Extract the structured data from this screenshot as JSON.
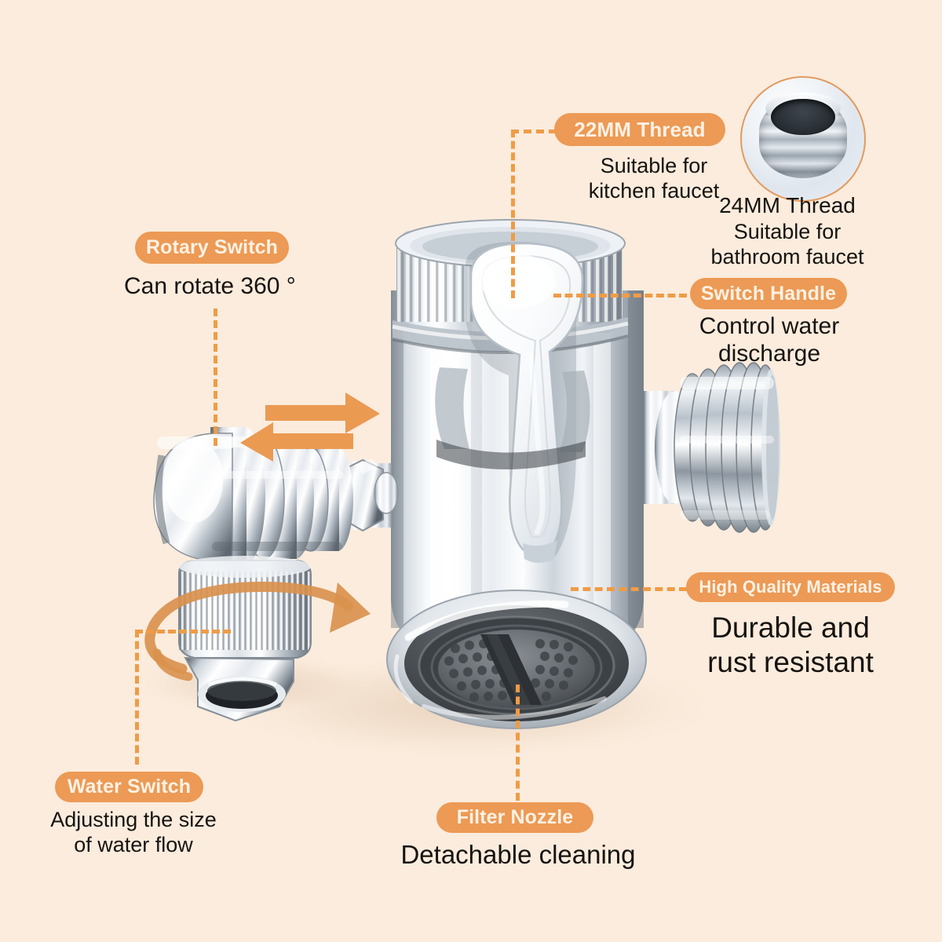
{
  "page": {
    "background_color": "#fbecdd",
    "accent_color": "#ec9a55",
    "badge_text_color": "#fdf1e4",
    "body_text_color": "#16130f",
    "product_name": "faucet-diverter-valve"
  },
  "callouts": [
    {
      "id": "thread-22mm",
      "badge": "22MM Thread",
      "description": "Suitable for\nkitchen faucet"
    },
    {
      "id": "rotary-switch",
      "badge": "Rotary Switch",
      "description": "Can rotate 360 °"
    },
    {
      "id": "switch-handle",
      "badge": "Switch Handle",
      "description": "Control water\ndischarge"
    },
    {
      "id": "high-quality-materials",
      "badge": "High Quality Materials",
      "description": "Durable and\nrust resistant"
    },
    {
      "id": "water-switch",
      "badge": "Water Switch",
      "description": "Adjusting the size\nof water flow"
    },
    {
      "id": "filter-nozzle",
      "badge": "Filter Nozzle",
      "description": "Detachable cleaning"
    }
  ],
  "inset": {
    "id": "thread-24mm",
    "title": "24MM Thread",
    "description": "Suitable for\nbathroom faucet",
    "image_alt": "threaded-adapter-ring"
  }
}
